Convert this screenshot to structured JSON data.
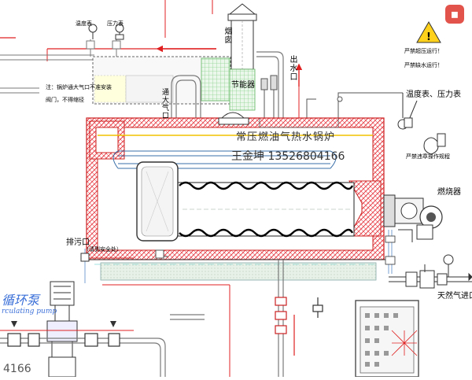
{
  "labels": {
    "chimney": "烟囱",
    "water_outlet": "出水口",
    "economizer": "节能器",
    "vent_port": "通大气口",
    "main_title": "常压燃油气热水锅炉",
    "contact": "王金坤 13526804166",
    "note_line1": "注：锅炉通大气口不准安装",
    "note_line2": "阀门，不得缩径",
    "top_gauge_left": "温度表",
    "top_gauge_right": "压力表",
    "warning_no_water": "严禁超压运行！",
    "warning_no_low": "严禁缺水运行！",
    "gauges": "温度表、压力表",
    "operate_rule": "严禁违章操作规程",
    "burner": "燃烧器",
    "drain": "排污口",
    "drain_note": "（请到安全处）",
    "gas_inlet": "天然气进口",
    "pump_cn": "循环泵",
    "pump_en": "rculating pump",
    "bottom_number": "4166"
  },
  "icons": {
    "warning_sign": "warning-triangle-icon",
    "app_badge": "app-badge-icon"
  },
  "colors": {
    "refractory": "#e8434b",
    "pipe": "#7a7a7a",
    "water_level": "#f2c200",
    "grid_pattern": "#8fd38f",
    "ground": "#c7ddc7",
    "flow_arrow": "#e02020",
    "outline": "#222222",
    "control_panel": "#4d4d4d"
  }
}
